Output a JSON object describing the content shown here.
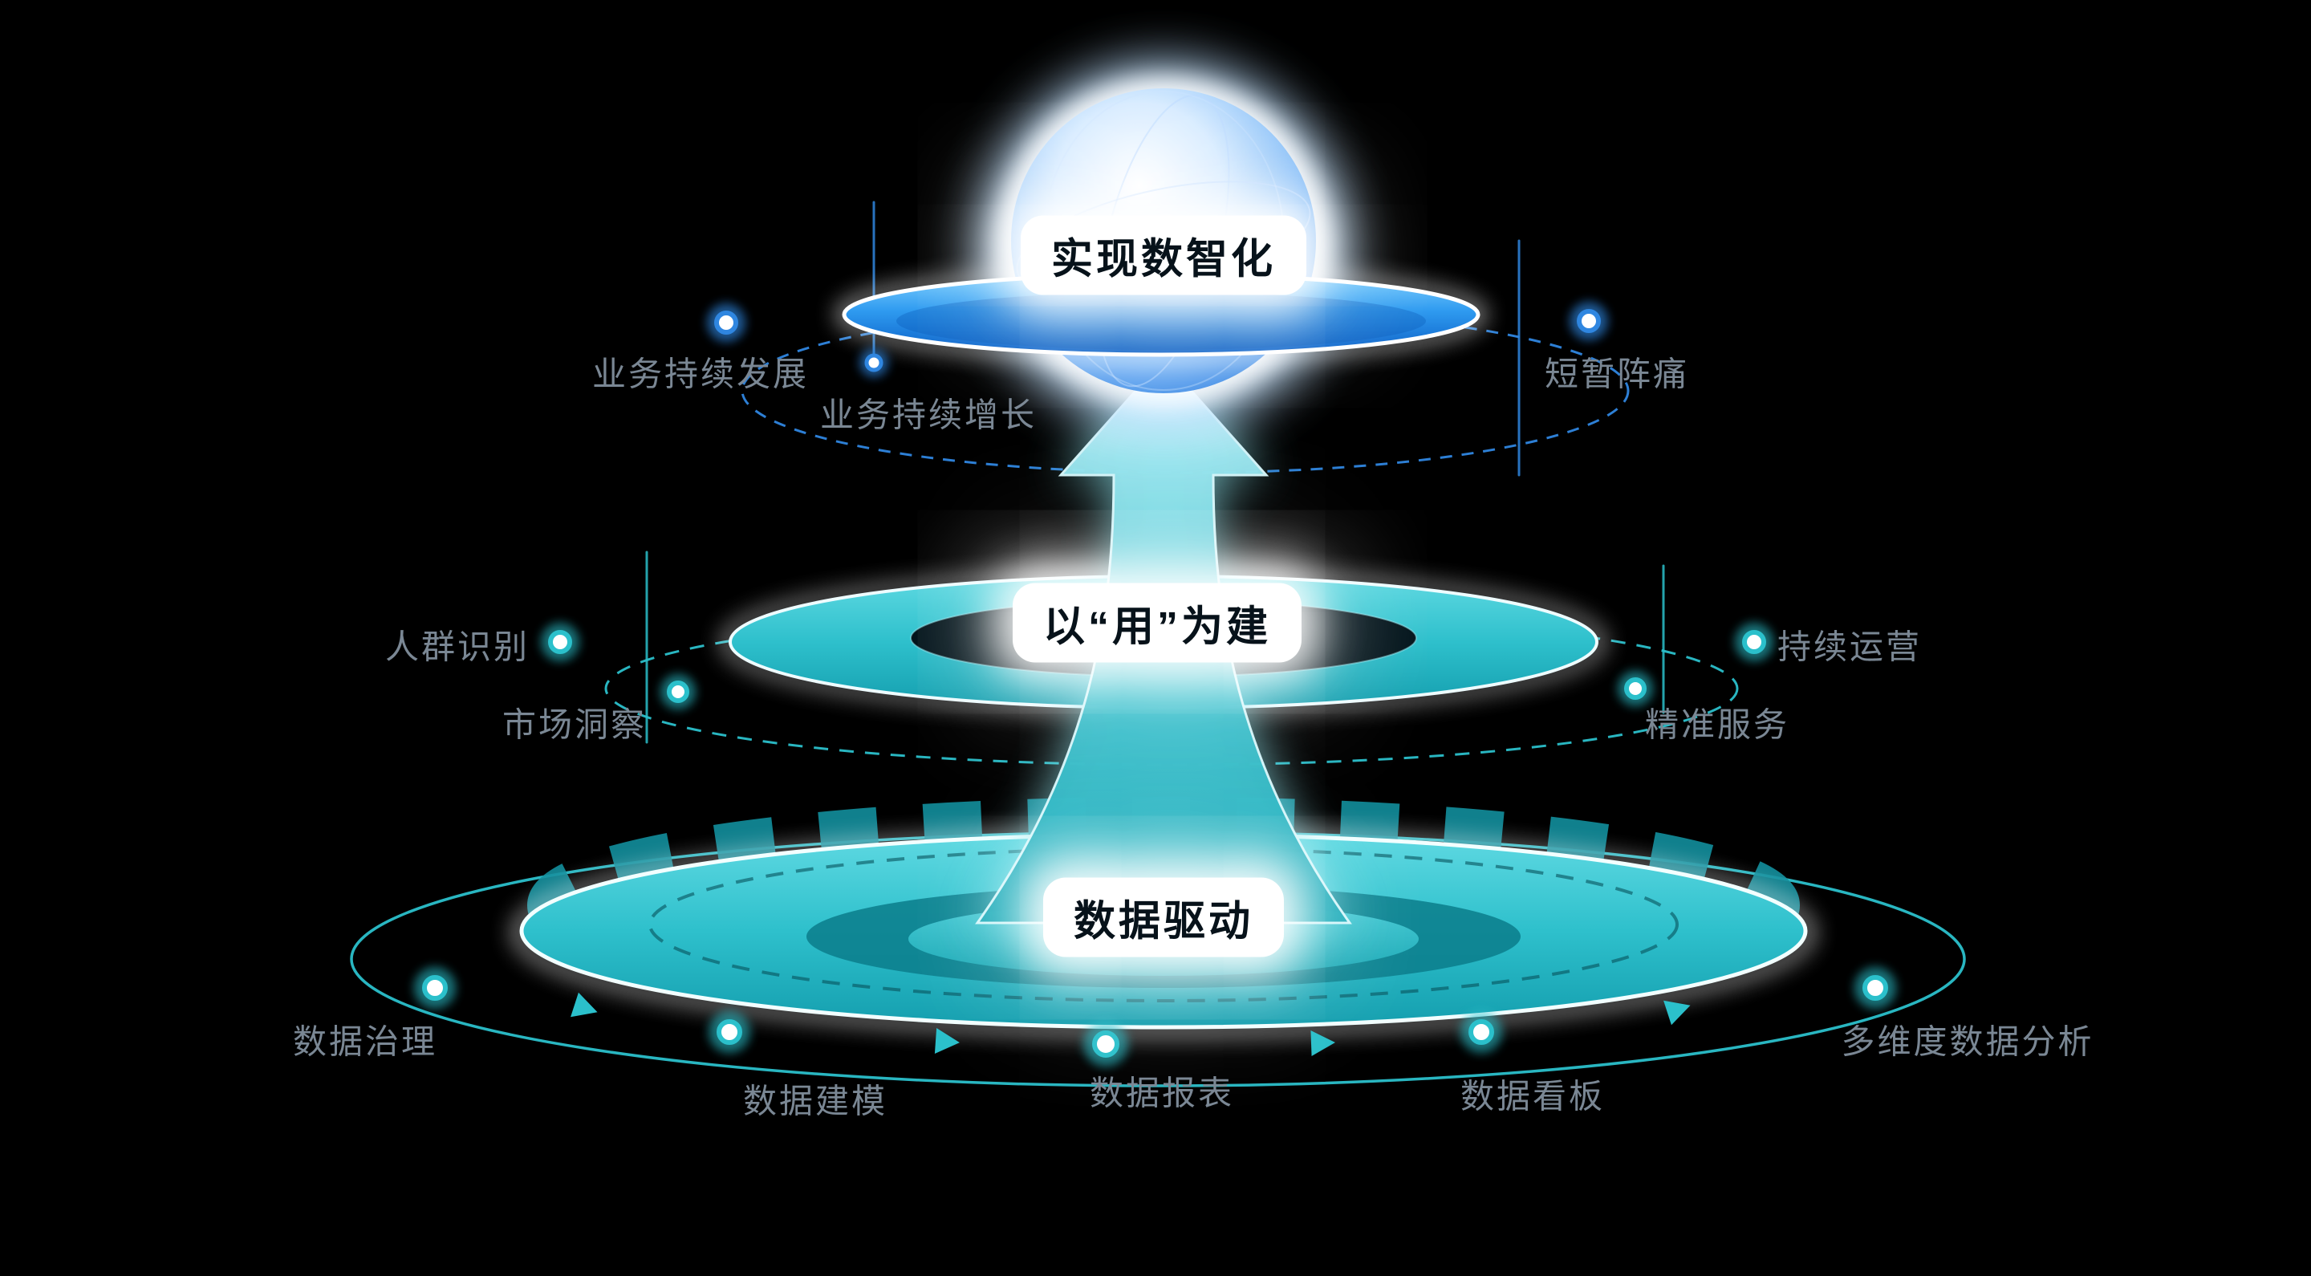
{
  "tiers": {
    "top": {
      "title": "实现数智化",
      "side_labels": [
        "业务持续发展",
        "业务持续增长",
        "短暂阵痛"
      ]
    },
    "middle": {
      "title": "以“用”为建",
      "side_labels": [
        "人群识别",
        "市场洞察",
        "持续运营",
        "精准服务"
      ]
    },
    "bottom": {
      "title": "数据驱动",
      "side_labels": [
        "数据治理",
        "数据建模",
        "数据报表",
        "数据看板",
        "多维度数据分析"
      ]
    }
  },
  "colors": {
    "background": "#000000",
    "teal": "#2BC0CB",
    "teal_dark": "#128E9C",
    "blue": "#2F86E0",
    "blue_platform": "#0A5EC6",
    "label_gray": "#7A8794",
    "glow_white": "#FFFFFF"
  }
}
